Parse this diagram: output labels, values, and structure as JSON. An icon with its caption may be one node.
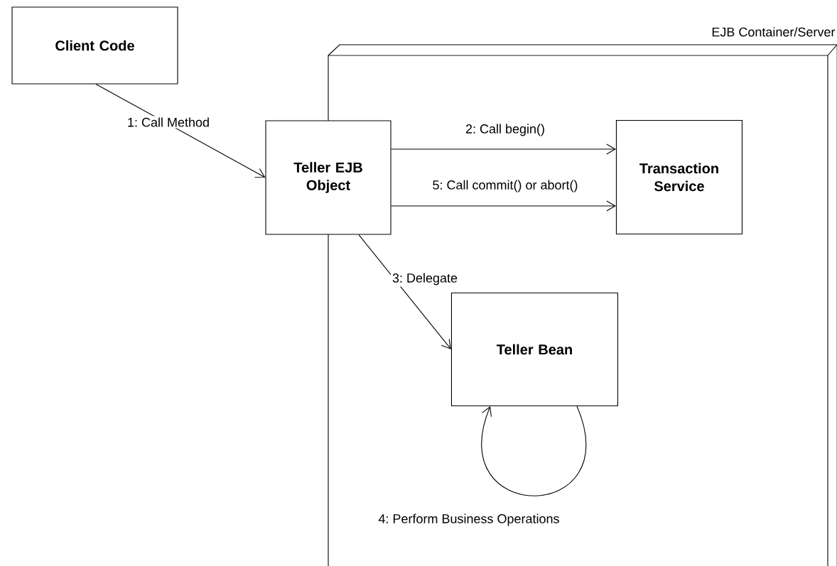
{
  "diagram": {
    "nodes": [
      {
        "text": [
          "EJB Container/Server"
        ]
      },
      {
        "text": [
          "Client Code"
        ]
      },
      {
        "text": [
          "Teller EJB Object"
        ]
      },
      {
        "text": [
          "Transaction Service"
        ],
        "in": 0
      },
      {
        "text": [
          "Teller Bean"
        ],
        "in": 0
      }
    ],
    "edges": [
      {
        "from": 1,
        "to": 2,
        "arrow": "to",
        "label": "1: Call Method"
      },
      {
        "from": 2,
        "to": 3,
        "arrow": "to",
        "label": "2: Call begin()"
      },
      {
        "from": 2,
        "to": 4,
        "arrow": "to",
        "label": "3: Delegate"
      },
      {
        "from": 4,
        "to": 4,
        "arrow": "to",
        "label": "4: Perform Business Operations"
      },
      {
        "from": 2,
        "to": 3,
        "arrow": "to",
        "label": "5: Call commit() or abort()"
      }
    ]
  }
}
